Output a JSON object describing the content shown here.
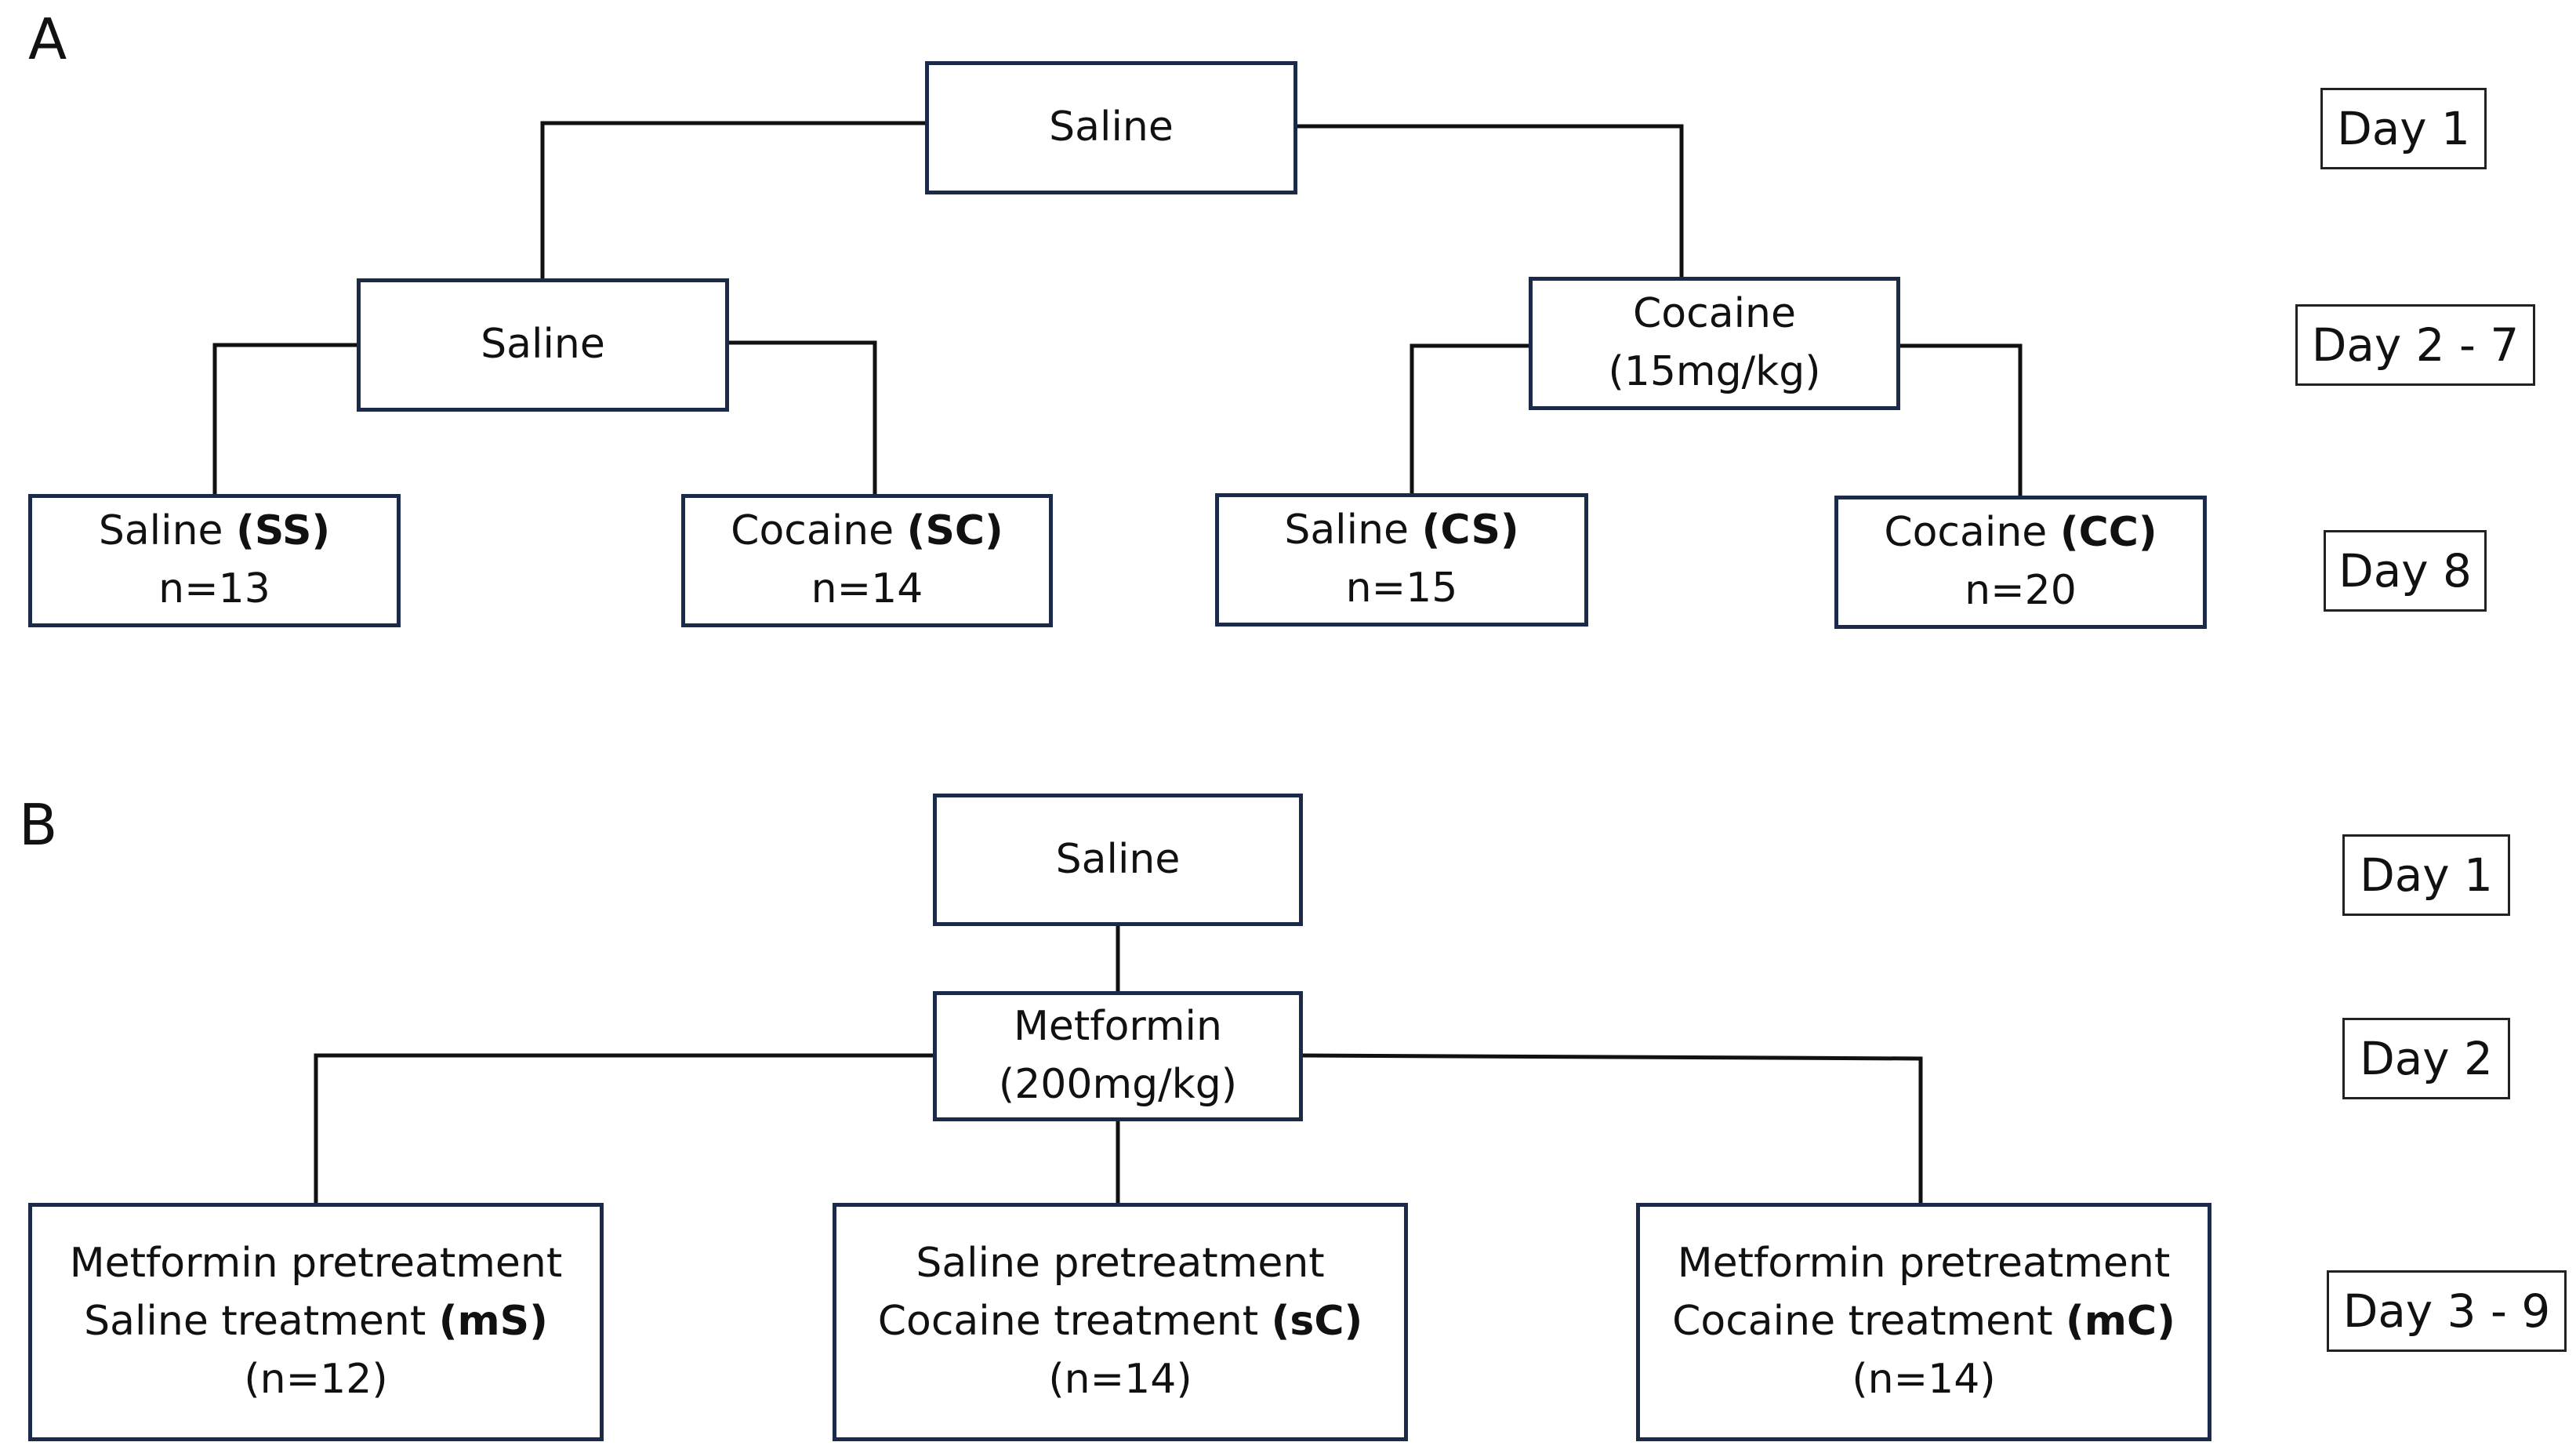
{
  "panel_a": {
    "letter": "A",
    "root": {
      "label": "Saline"
    },
    "mid_left": {
      "label": "Saline"
    },
    "mid_right": {
      "line1": "Cocaine",
      "line2": "(15mg/kg)"
    },
    "groups": [
      {
        "label": "Saline",
        "code": "(SS)",
        "n": "n=13"
      },
      {
        "label": "Cocaine",
        "code": "(SC)",
        "n": "n=14"
      },
      {
        "label": "Saline",
        "code": "(CS)",
        "n": "n=15"
      },
      {
        "label": "Cocaine",
        "code": "(CC)",
        "n": "n=20"
      }
    ],
    "days": [
      "Day 1",
      "Day 2 - 7",
      "Day 8"
    ]
  },
  "panel_b": {
    "letter": "B",
    "root": {
      "label": "Saline"
    },
    "mid": {
      "line1": "Metformin",
      "line2": "(200mg/kg)"
    },
    "groups": [
      {
        "line1": "Metformin pretreatment",
        "line2": "Saline treatment",
        "code": "(mS)",
        "n": "(n=12)"
      },
      {
        "line1": "Saline pretreatment",
        "line2": "Cocaine treatment",
        "code": "(sC)",
        "n": "(n=14)"
      },
      {
        "line1": "Metformin pretreatment",
        "line2": "Cocaine treatment",
        "code": "(mC)",
        "n": "(n=14)"
      }
    ],
    "days": [
      "Day 1",
      "Day 2",
      "Day 3 - 9"
    ]
  }
}
